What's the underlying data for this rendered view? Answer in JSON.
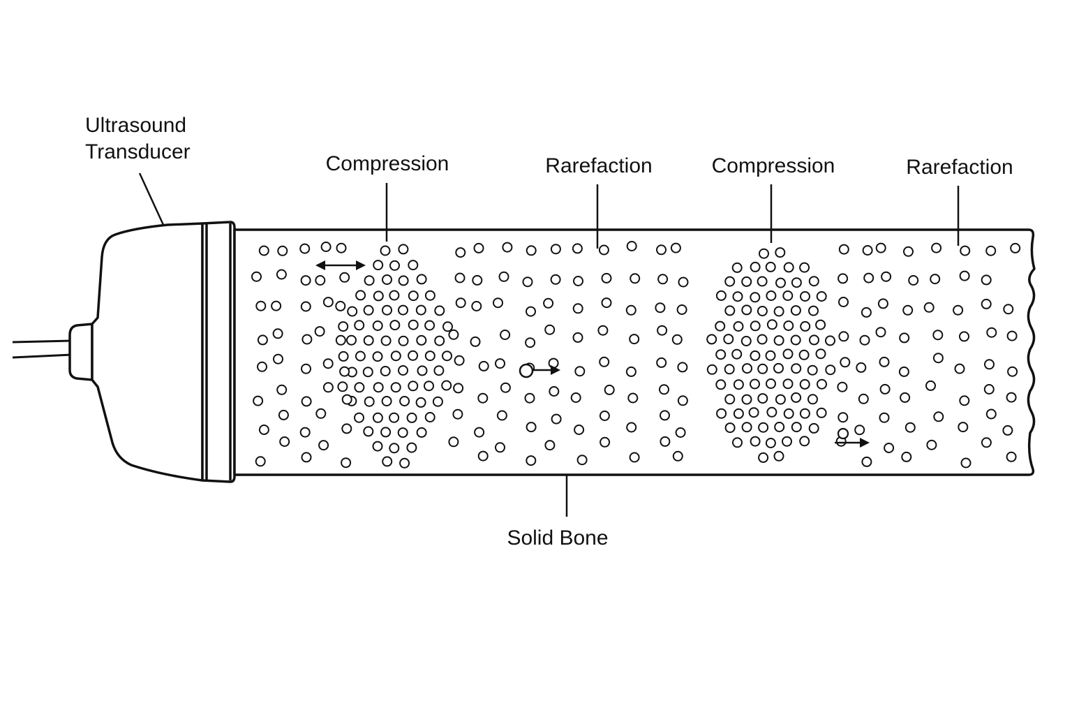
{
  "labels": {
    "transducer_line1": "Ultrasound",
    "transducer_line2": "Transducer",
    "compression_1": "Compression",
    "rarefaction_1": "Rarefaction",
    "compression_2": "Compression",
    "rarefaction_2": "Rarefaction",
    "solid_bone": "Solid Bone"
  },
  "colors": {
    "line": "#111111",
    "background": "#ffffff"
  }
}
